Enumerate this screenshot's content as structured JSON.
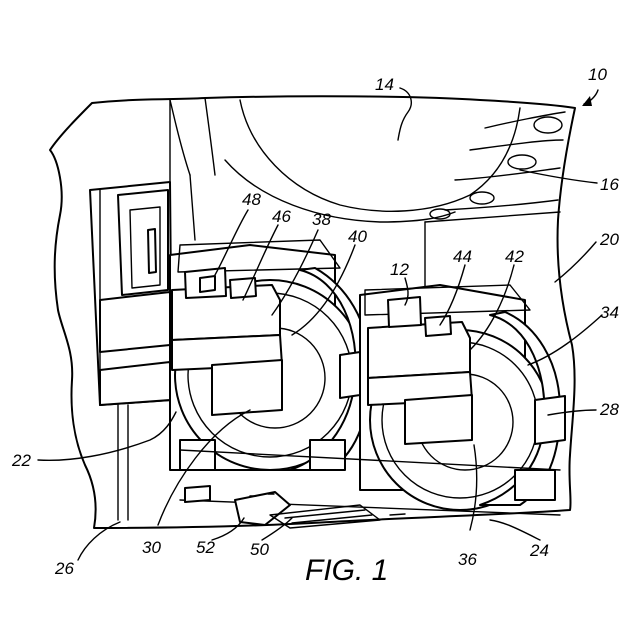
{
  "caption": "FIG. 1",
  "reference_numerals": [
    {
      "id": "n10",
      "text": "10"
    },
    {
      "id": "n14",
      "text": "14"
    },
    {
      "id": "n16",
      "text": "16"
    },
    {
      "id": "n20",
      "text": "20"
    },
    {
      "id": "n12",
      "text": "12"
    },
    {
      "id": "n44",
      "text": "44"
    },
    {
      "id": "n42",
      "text": "42"
    },
    {
      "id": "n34",
      "text": "34"
    },
    {
      "id": "n28",
      "text": "28"
    },
    {
      "id": "n48",
      "text": "48"
    },
    {
      "id": "n46",
      "text": "46"
    },
    {
      "id": "n38",
      "text": "38"
    },
    {
      "id": "n40",
      "text": "40"
    },
    {
      "id": "n22",
      "text": "22"
    },
    {
      "id": "n26",
      "text": "26"
    },
    {
      "id": "n30",
      "text": "30"
    },
    {
      "id": "n52",
      "text": "52"
    },
    {
      "id": "n50",
      "text": "50"
    },
    {
      "id": "n36",
      "text": "36"
    },
    {
      "id": "n24",
      "text": "24"
    }
  ]
}
